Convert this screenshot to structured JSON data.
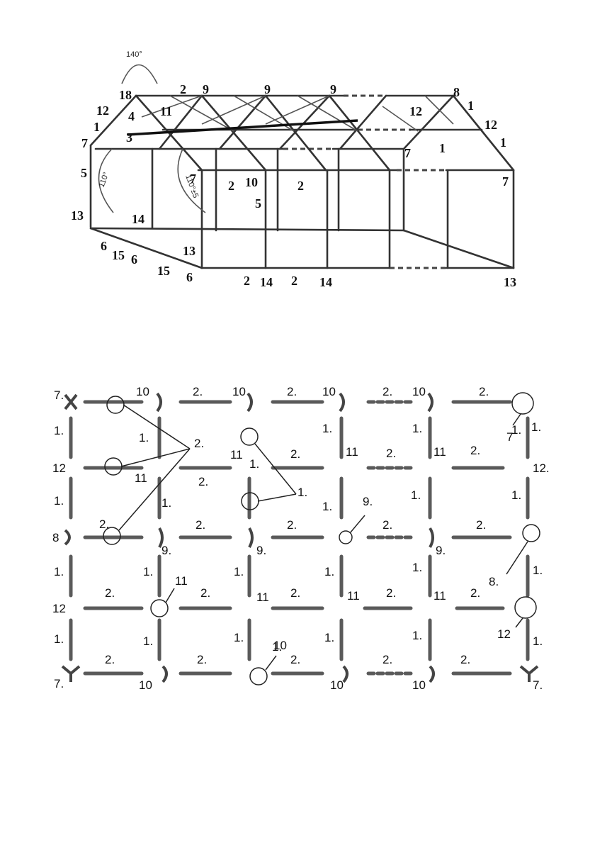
{
  "top_diagram": {
    "angle_top": "140°",
    "angle_left": "110°",
    "angle_mid": "110°±5",
    "labels": {
      "l_18": "18",
      "l_2a": "2",
      "l_9a": "9",
      "l_9b": "9",
      "l_9c": "9",
      "l_8": "8",
      "l_1a": "1",
      "l_12a": "12",
      "l_1b": "1",
      "l_4": "4",
      "l_11": "11",
      "l_12b": "12",
      "l_12c": "12",
      "l_3": "3",
      "l_7a": "7",
      "l_1c": "1",
      "l_7b": "7",
      "l_5a": "5",
      "l_7c": "7",
      "l_2b": "2",
      "l_10": "10",
      "l_2c": "2",
      "l_7d": "7",
      "l_5b": "5",
      "l_13a": "13",
      "l_14a": "14",
      "l_6a": "6",
      "l_15a": "15",
      "l_6b": "6",
      "l_13b": "13",
      "l_15b": "15",
      "l_6c": "6",
      "l_2d": "2",
      "l_14b": "14",
      "l_2e": "2",
      "l_14c": "14",
      "l_13c": "13",
      "l_1d": "1"
    }
  },
  "bottom_diagram": {
    "rows": {
      "r1": [
        "7.",
        "10",
        "2.",
        "10",
        "2.",
        "10",
        "2.",
        "10",
        "2."
      ],
      "r2": [
        "1.",
        "1.",
        "2.",
        "1.",
        "1.",
        "1.",
        "7",
        "1."
      ],
      "r3": [
        "12",
        "11",
        "11",
        "2.",
        "11",
        "2.",
        "11",
        "2.",
        "12."
      ],
      "r4": [
        "1.",
        "2.",
        "1.",
        "1.",
        "1.",
        "1.",
        "1.",
        "1."
      ],
      "r5": [
        "8",
        "2.",
        "9.",
        "2.",
        "9.",
        "2.",
        "2.",
        "9.",
        "2.",
        "9.",
        "8."
      ],
      "r6": [
        "1.",
        "1.",
        "1.",
        "1.",
        "1.",
        "1."
      ],
      "r7": [
        "12",
        "2.",
        "11",
        "2.",
        "11",
        "2.",
        "11",
        "2.",
        "11",
        "2.",
        "1."
      ],
      "r8": [
        "1.",
        "1.",
        "1.",
        "1.",
        "1.",
        "12",
        "1."
      ],
      "r9": [
        "7.",
        "2.",
        "2.",
        "10",
        "2.",
        "2.",
        "2.",
        "7.",
        "10",
        "10",
        "10"
      ]
    }
  }
}
